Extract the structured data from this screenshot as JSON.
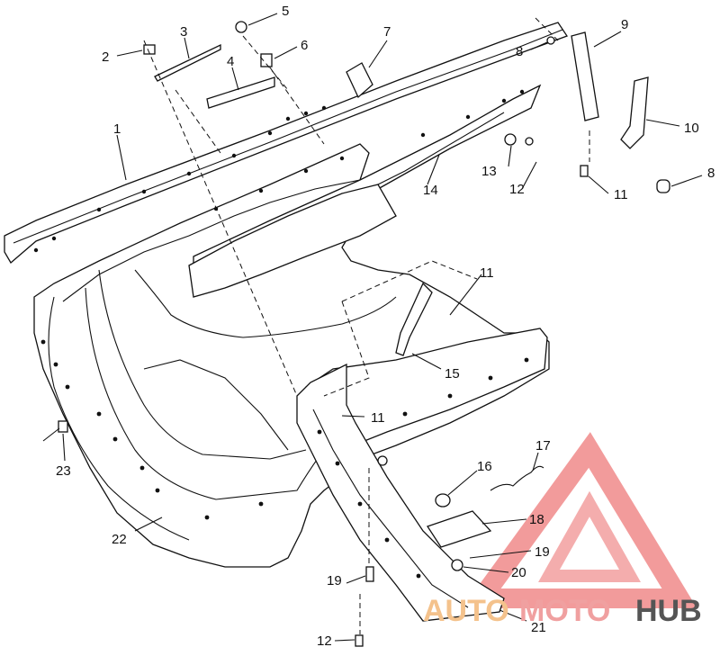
{
  "callouts": [
    {
      "id": "c1",
      "label": "1"
    },
    {
      "id": "c2",
      "label": "2"
    },
    {
      "id": "c3",
      "label": "3"
    },
    {
      "id": "c4",
      "label": "4"
    },
    {
      "id": "c5",
      "label": "5"
    },
    {
      "id": "c6",
      "label": "6"
    },
    {
      "id": "c7",
      "label": "7"
    },
    {
      "id": "c8a",
      "label": "8"
    },
    {
      "id": "c8b",
      "label": "8"
    },
    {
      "id": "c9",
      "label": "9"
    },
    {
      "id": "c10",
      "label": "10"
    },
    {
      "id": "c11a",
      "label": "11"
    },
    {
      "id": "c11b",
      "label": "11"
    },
    {
      "id": "c11c",
      "label": "11"
    },
    {
      "id": "c12a",
      "label": "12"
    },
    {
      "id": "c12b",
      "label": "12"
    },
    {
      "id": "c13",
      "label": "13"
    },
    {
      "id": "c14",
      "label": "14"
    },
    {
      "id": "c15",
      "label": "15"
    },
    {
      "id": "c16",
      "label": "16"
    },
    {
      "id": "c17",
      "label": "17"
    },
    {
      "id": "c18",
      "label": "18"
    },
    {
      "id": "c19a",
      "label": "19"
    },
    {
      "id": "c19b",
      "label": "19"
    },
    {
      "id": "c20",
      "label": "20"
    },
    {
      "id": "c21",
      "label": "21"
    },
    {
      "id": "c22",
      "label": "22"
    },
    {
      "id": "c23",
      "label": "23"
    }
  ],
  "watermark": {
    "part1": "AUTO",
    "part2": "MOTO",
    "part3": "HUB",
    "color_light": "#f4c28c",
    "color_mid": "#f0a0a0",
    "color_dark": "#555555"
  }
}
